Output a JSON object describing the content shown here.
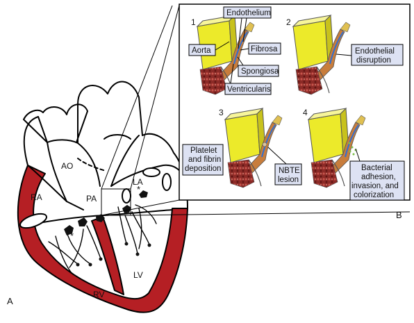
{
  "figure": {
    "panel_a_label": "A",
    "panel_b_label": "B",
    "heart_labels": {
      "ao": "AO",
      "pa": "PA",
      "ra": "RA",
      "la": "LA",
      "rv": "RV",
      "lv": "LV",
      "asterisk": "*"
    },
    "stages": {
      "s1": {
        "number": "1",
        "endothelium": "Endothelium",
        "aorta": "Aorta",
        "fibrosa": "Fibrosa",
        "spongiosa": "Spongiosa",
        "ventricularis": "Ventricularis"
      },
      "s2": {
        "number": "2",
        "line1": "Endothelial",
        "line2": "disruption"
      },
      "s3": {
        "number": "3",
        "platelet1": "Platelet",
        "platelet2": "and fibrin",
        "platelet3": "deposition",
        "nbte1": "NBTE",
        "nbte2": "lesion"
      },
      "s4": {
        "number": "4",
        "line1": "Bacterial",
        "line2": "adhesion,",
        "line3": "invasion, and",
        "line4": "colorization"
      }
    },
    "colors": {
      "myocardium": "#b51f24",
      "aorta_block": "#ecea2a",
      "label_box": "#dde2f3",
      "endothelium": "#2b6fd6"
    }
  }
}
